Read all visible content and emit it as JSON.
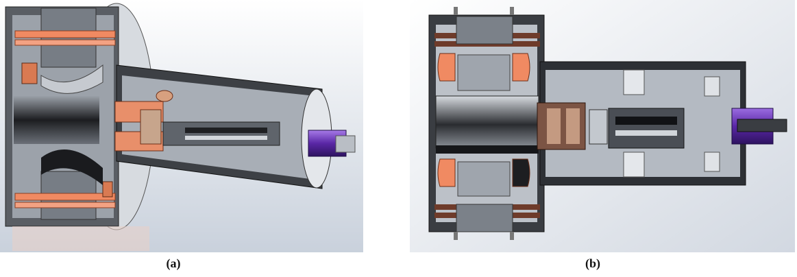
{
  "figure": {
    "panels": [
      {
        "id": "a",
        "caption": "(a)"
      },
      {
        "id": "b",
        "caption": "(b)"
      }
    ]
  },
  "colors": {
    "background_grad_top": "#ffffff",
    "background_grad_bottom": "#c9d1dc",
    "housing": "#4a4d52",
    "housing_light": "#b9bec5",
    "steel": "#8f959d",
    "copper": "#f08a62",
    "coil_dark": "#6e3b2a",
    "shaft_purple": "#5a27a6",
    "shadow": "#111111"
  }
}
